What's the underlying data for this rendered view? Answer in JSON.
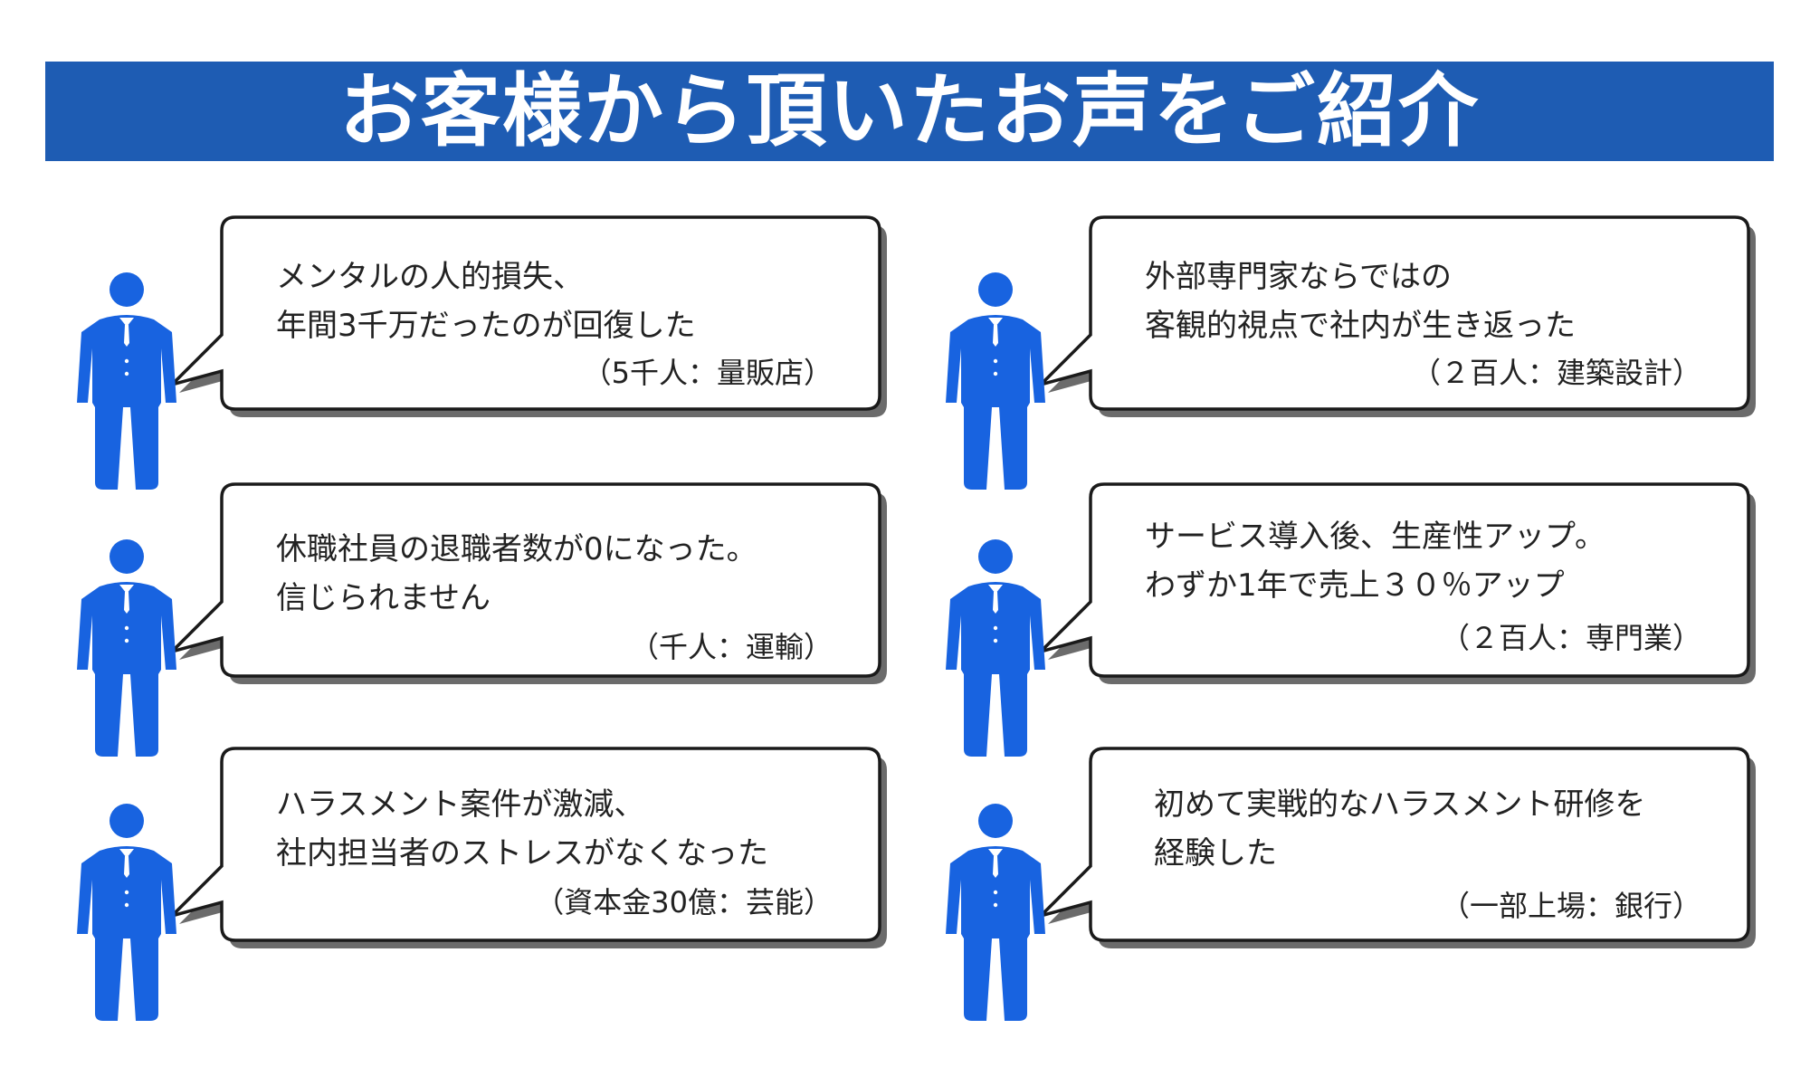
{
  "header": {
    "title": "お客様から頂いたお声をご紹介"
  },
  "colors": {
    "header_bg": "#1e5cb3",
    "person": "#1863e0",
    "bubble_border": "#1a1a1a",
    "bubble_shadow": "#6b6b6b"
  },
  "testimonials": [
    {
      "lines": [
        "メンタルの人的損失、",
        "年間3千万だったのが回復した"
      ],
      "source": "（5千人：量販店）"
    },
    {
      "lines": [
        "外部専門家ならではの",
        "客観的視点で社内が生き返った"
      ],
      "source": "（２百人：建築設計）"
    },
    {
      "lines": [
        "休職社員の退職者数が0になった。",
        "信じられません"
      ],
      "source": "（千人：運輸）"
    },
    {
      "lines": [
        "サービス導入後、生産性アップ。",
        "わずか1年で売上３０％アップ"
      ],
      "source": "（２百人：専門業）"
    },
    {
      "lines": [
        "ハラスメント案件が激減、",
        "社内担当者のストレスがなくなった"
      ],
      "source": "（資本金30億：芸能）"
    },
    {
      "lines": [
        "初めて実戦的なハラスメント研修を",
        "経験した"
      ],
      "source": "（一部上場：銀行）"
    }
  ]
}
